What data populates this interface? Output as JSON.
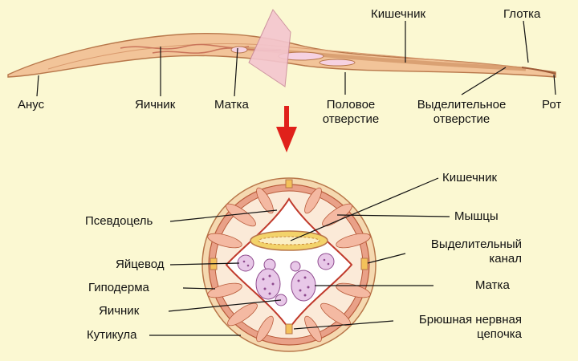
{
  "worm_labels": {
    "anus": "Анус",
    "ovary": "Яичник",
    "uterus": "Матка",
    "genital_opening": [
      "Половое",
      "отверстие"
    ],
    "excretory_opening": [
      "Выделительное",
      "отверстие"
    ],
    "mouth": "Рот",
    "intestine": "Кишечник",
    "pharynx": "Глотка"
  },
  "cross_section_labels": {
    "pseudocoel": "Псевдоцель",
    "oviduct": "Яйцевод",
    "hypodermis": "Гиподерма",
    "ovary": "Яичник",
    "cuticle": "Кутикула",
    "intestine": "Кишечник",
    "muscles": "Мышцы",
    "excretory_canal": [
      "Выделительный",
      "канал"
    ],
    "uterus": "Матка",
    "ventral_nerve_cord": [
      "Брюшная нервная",
      "цепочка"
    ]
  },
  "colors": {
    "background": "#FBF8D2",
    "worm_body": "#F2C499",
    "outline": "#B8774A",
    "arrow": "#E0211B",
    "muscle_ring": "#D9826A",
    "cuticle_ring": "#F5D9B0",
    "section_plane": "#F4C6CF"
  }
}
